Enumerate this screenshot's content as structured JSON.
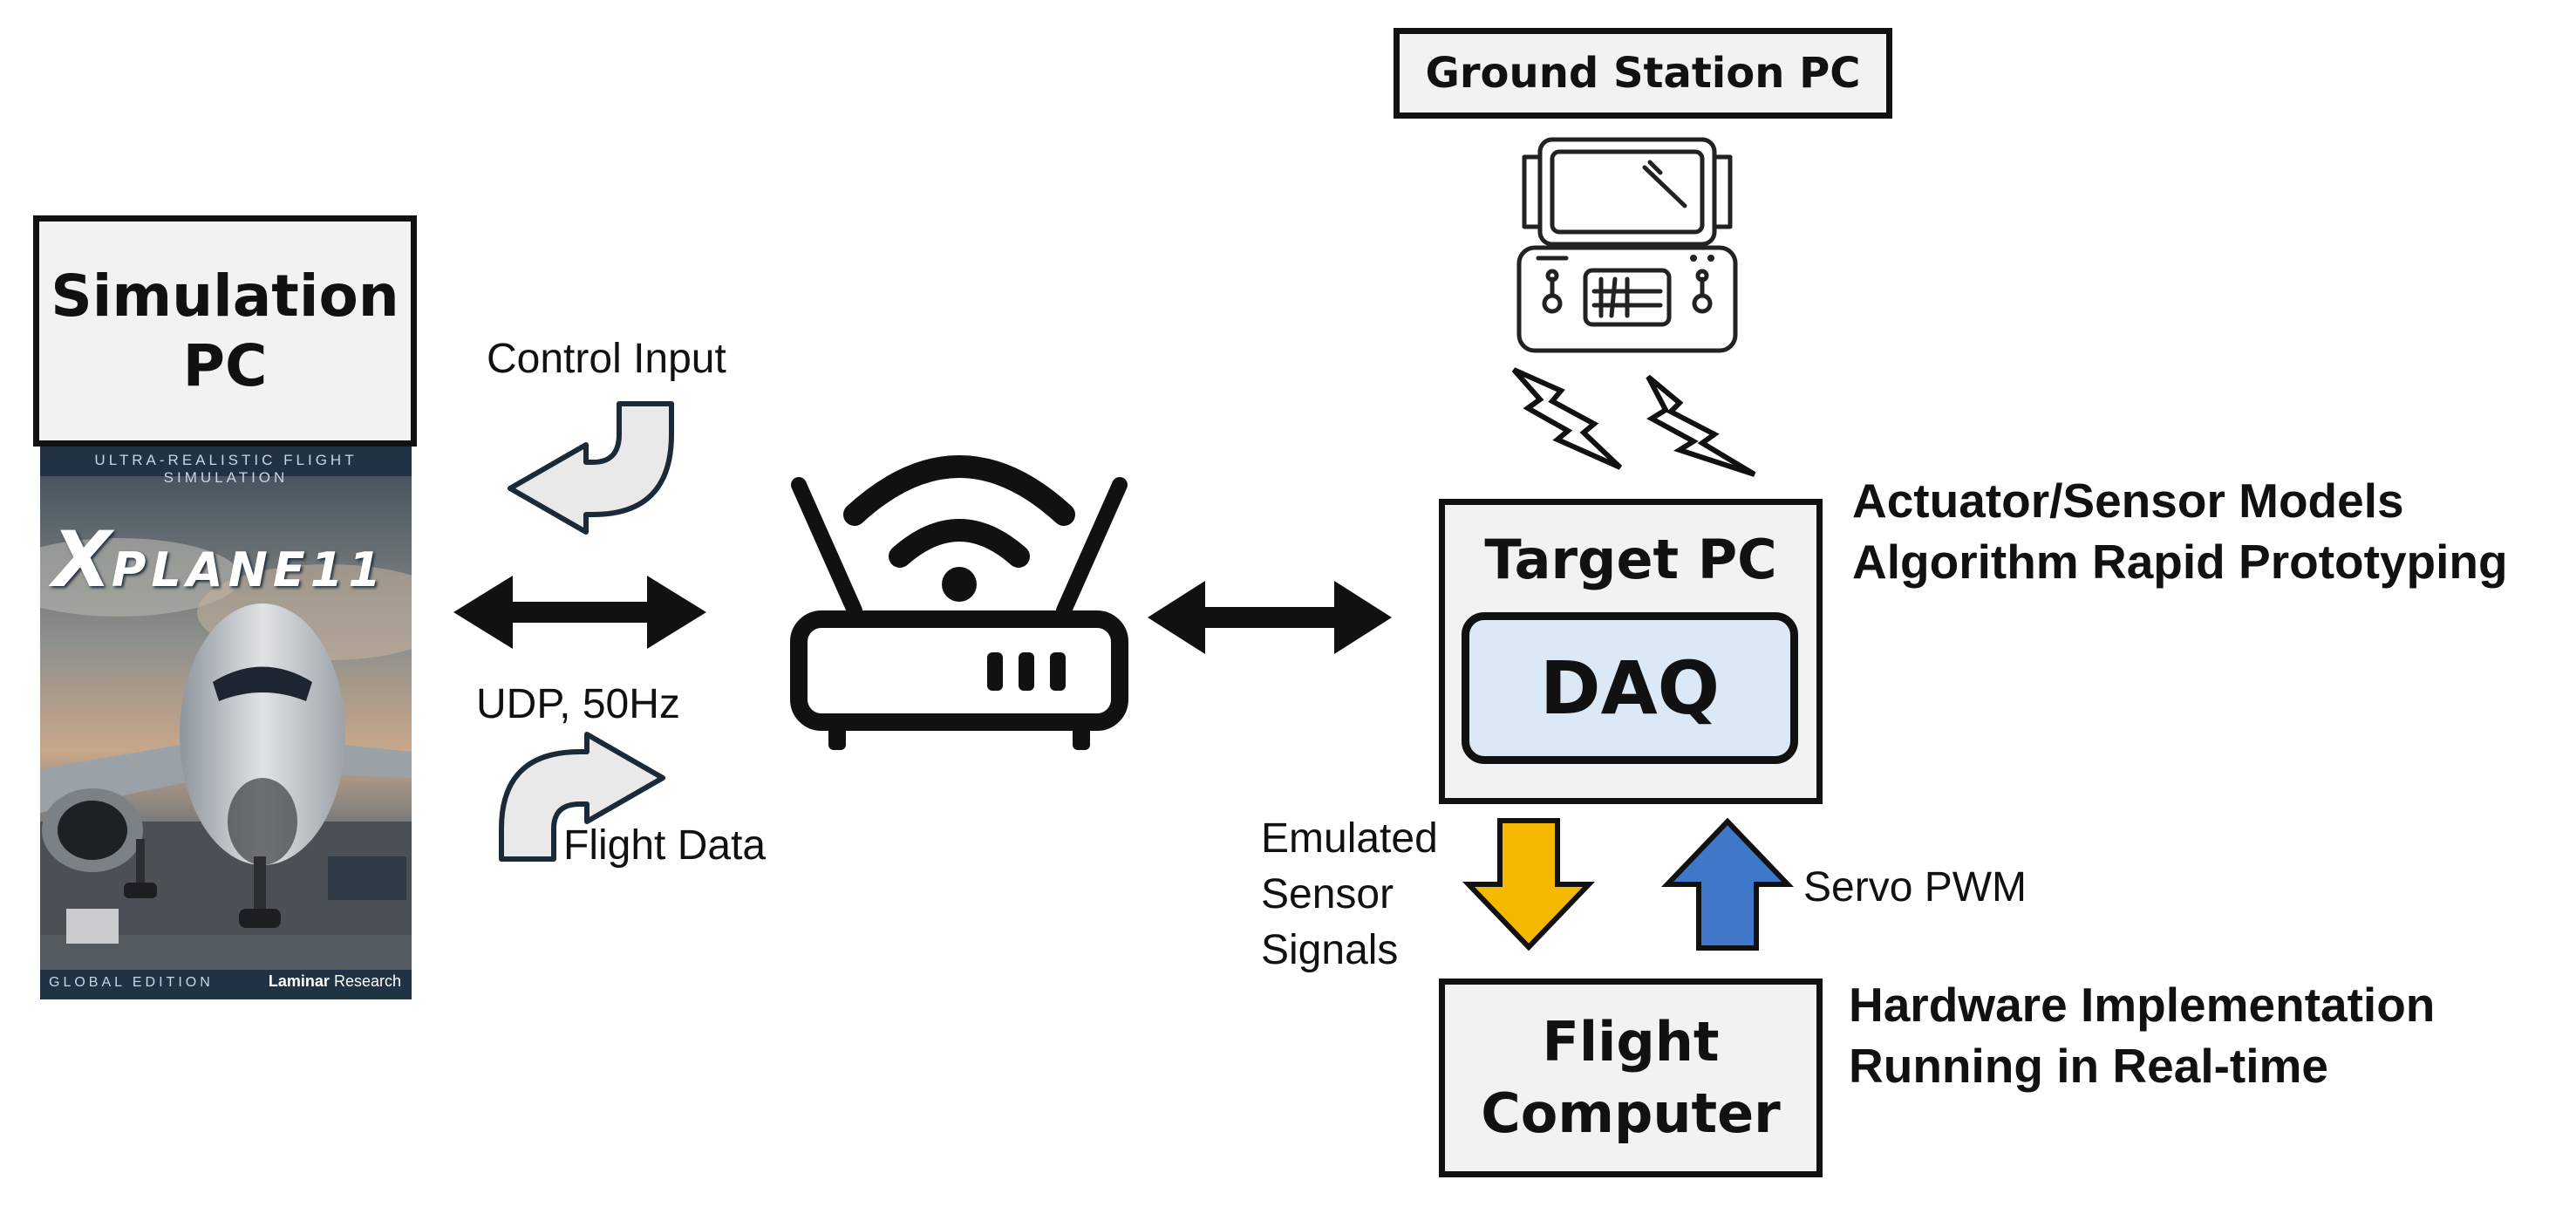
{
  "simulation_pc": {
    "title_line1": "Simulation",
    "title_line2": "PC"
  },
  "xplane_cover": {
    "top_banner": "ULTRA-REALISTIC FLIGHT SIMULATION",
    "logo_text": "PLANE11",
    "logo_x": "X",
    "bottom_left": "GLOBAL EDITION",
    "bottom_right_bold": "Laminar",
    "bottom_right": "Research"
  },
  "link_labels": {
    "control_input": "Control Input",
    "udp_rate": "UDP, 50Hz",
    "flight_data": "Flight Data"
  },
  "ground_station": {
    "title": "Ground Station PC"
  },
  "target_pc": {
    "title": "Target PC",
    "daq": "DAQ"
  },
  "target_notes": {
    "line1": "Actuator/Sensor Models",
    "line2": "Algorithm Rapid Prototyping"
  },
  "signal_labels": {
    "emulated_line1": "Emulated",
    "emulated_line2": "Sensor",
    "emulated_line3": "Signals",
    "servo_pwm": "Servo PWM"
  },
  "flight_computer": {
    "title_line1": "Flight",
    "title_line2": "Computer"
  },
  "flight_notes": {
    "line1": "Hardware Implementation",
    "line2": "Running in Real-time"
  },
  "colors": {
    "down_arrow": "#f5b800",
    "up_arrow": "#3f78c8",
    "daq_fill": "#dbe8f6",
    "box_fill": "#f2f2f2"
  }
}
